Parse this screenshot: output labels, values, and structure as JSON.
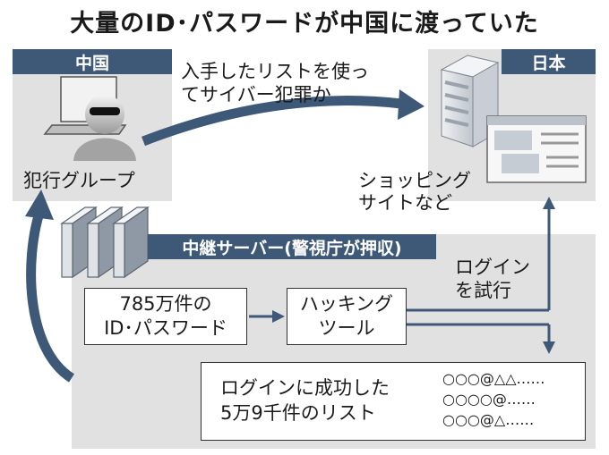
{
  "title": "大量のID･パスワードが中国に渡っていた",
  "china": {
    "label": "中国",
    "group_label": "犯行グループ"
  },
  "japan": {
    "label": "日本",
    "site_label_1": "ショッピング",
    "site_label_2": "サイトなど"
  },
  "arrow_note": {
    "line1": "入手したリストを使っ",
    "line2": "てサイバー犯罪か"
  },
  "relay": {
    "label": "中継サーバー(警視庁が押収)"
  },
  "passwords_box": {
    "line1": "785万件の",
    "line2": "ID･パスワード"
  },
  "tool_box": {
    "line1": "ハッキング",
    "line2": "ツール"
  },
  "login_note": {
    "line1": "ログイン",
    "line2": "を試行"
  },
  "success_box": {
    "line1": "ログインに成功した",
    "line2": "5万9千件のリスト",
    "entries": [
      "○○○@△△……",
      "○○○○@……",
      "○○○@△……"
    ]
  },
  "colors": {
    "accent": "#3e5878",
    "panel": "#e1e1e1",
    "server": "#d2d7df"
  }
}
